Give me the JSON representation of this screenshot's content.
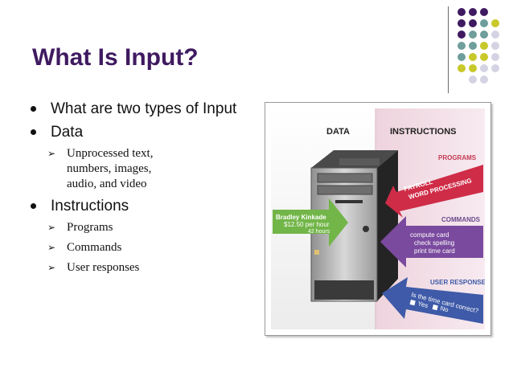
{
  "slide": {
    "title": "What Is Input?",
    "bullets": [
      {
        "text": "What are two types of Input",
        "level": 1
      },
      {
        "text": "Data",
        "level": 1
      },
      {
        "text": "Unprocessed text, numbers, images, audio, and video",
        "level": 2
      },
      {
        "text": "Instructions",
        "level": 1
      },
      {
        "text": "Programs",
        "level": 2
      },
      {
        "text": "Commands",
        "level": 2
      },
      {
        "text": "User responses",
        "level": 2
      }
    ]
  },
  "illustration": {
    "data_heading": "DATA",
    "instructions_heading": "INSTRUCTIONS",
    "data_arrow_name": "Bradley Kinkade",
    "data_arrow_pay": "$12.50 per hour",
    "data_arrow_hours": "42 hours",
    "programs_label": "PROGRAMS",
    "programs_arrow_line1": "PAYROLL",
    "programs_arrow_line2": "WORD PROCESSING",
    "commands_label": "COMMANDS",
    "commands_arrow_line1": "compute card",
    "commands_arrow_line2": "check spelling",
    "commands_arrow_line3": "print time card",
    "user_responses_label": "USER RESPONSES",
    "user_arrow_question": "Is the time card correct?",
    "user_arrow_yes": "Yes",
    "user_arrow_no": "No"
  },
  "colors": {
    "title": "#3f1a60",
    "dot_purple": "#3f1a60",
    "dot_teal": "#6f9e9c",
    "dot_olive": "#c8c82a",
    "dot_lavender": "#d3d3e3",
    "data_arrow": "#72b548",
    "instructions_arrow_red": "#cf2c48",
    "instructions_arrow_purple": "#7a4a9e",
    "instructions_arrow_blue": "#3e5aa8"
  }
}
